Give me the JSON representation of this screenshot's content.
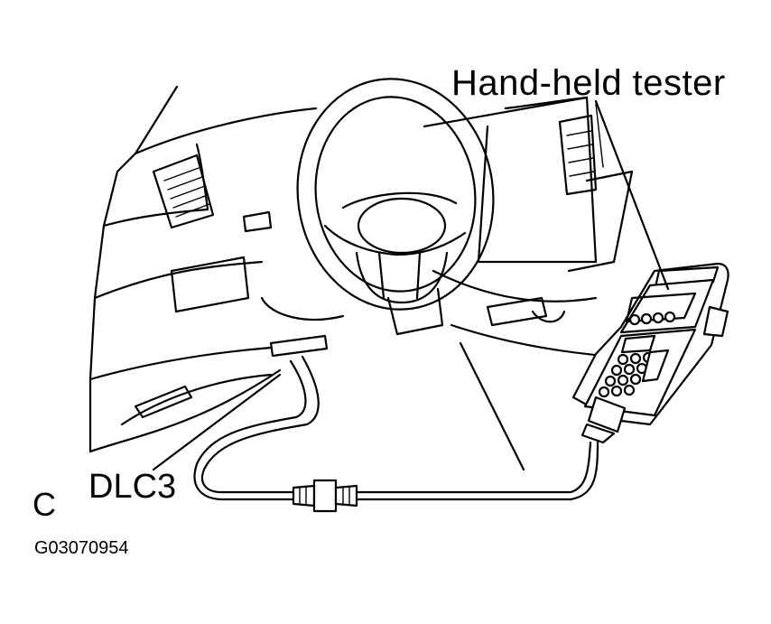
{
  "labels": {
    "tester": "Hand-held  tester",
    "connector": "DLC3",
    "corner_letter": "C",
    "figure_code": "G03070954"
  }
}
